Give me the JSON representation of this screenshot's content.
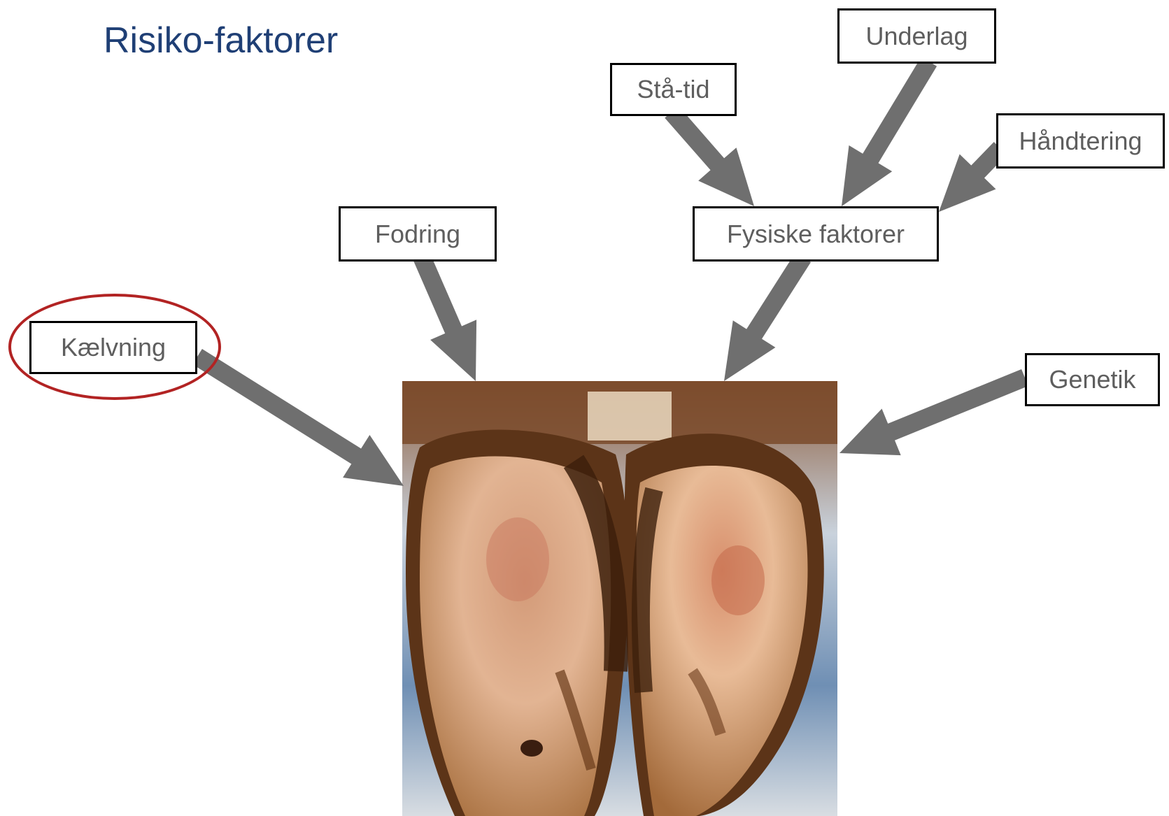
{
  "slide": {
    "title": "Risiko-faktorer"
  },
  "factors": {
    "kaelvning": "Kælvning",
    "fodring": "Fodring",
    "fysiske_faktorer": "Fysiske faktorer",
    "staa_tid": "Stå-tid",
    "underlag": "Underlag",
    "haandtering": "Håndtering",
    "genetik": "Genetik"
  },
  "colors": {
    "title": "#1f3f75",
    "arrow": "#6f6f6f",
    "label_text": "#5e5e5e",
    "highlight_ring": "#b22323"
  }
}
